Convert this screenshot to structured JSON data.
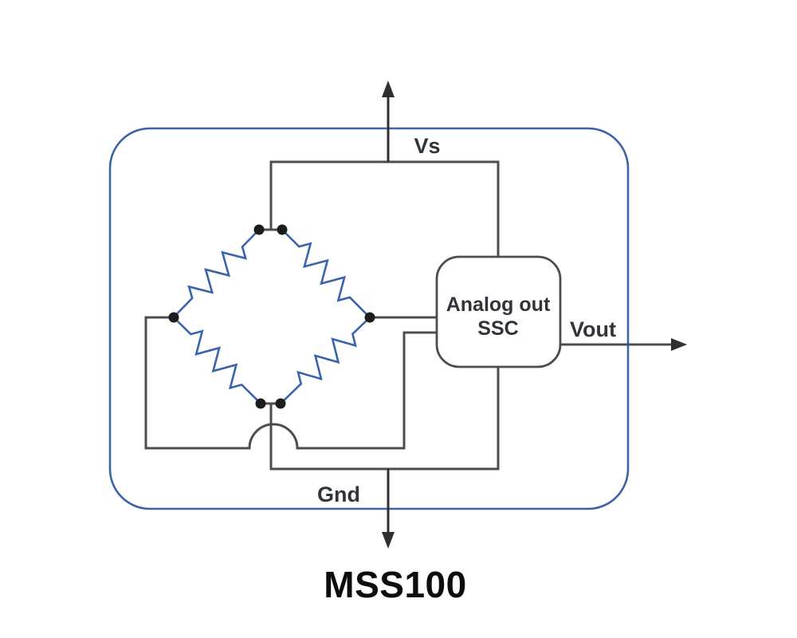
{
  "page": {
    "background": "#ffffff"
  },
  "diagram": {
    "title": "MSS100",
    "labels": {
      "supply": "Vs",
      "ground": "Gnd",
      "output": "Vout",
      "block_line1": "Analog out",
      "block_line2": "SSC"
    },
    "components": {
      "bridge": "wheatstone-bridge",
      "resistor_count": 4,
      "block": "analog-out-ssc"
    }
  },
  "colors": {
    "border": "#3c63a8",
    "res": "#3a63ae",
    "wire": "#4d4d4d",
    "arrow": "#2f2f2f",
    "node": "#1c1c1c",
    "text": "#30343b",
    "title": "#0d0d0d"
  }
}
